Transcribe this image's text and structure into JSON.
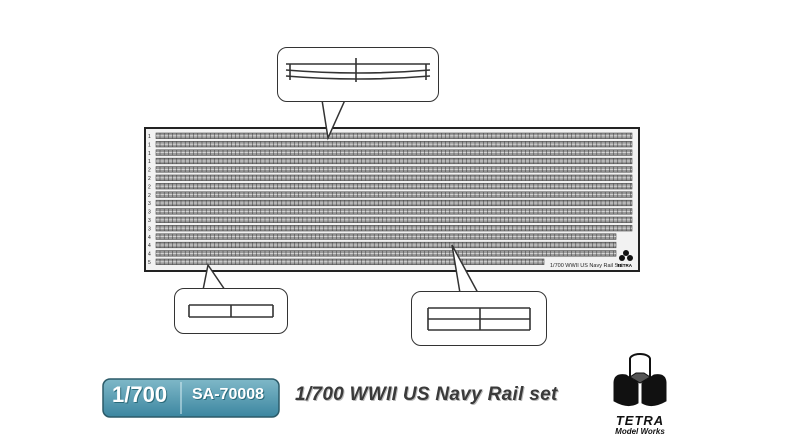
{
  "sheet": {
    "label": "1/700 WWII US Navy Rail Set",
    "row_numbers": [
      "1",
      "1",
      "1",
      "1",
      "2",
      "2",
      "2",
      "2",
      "3",
      "3",
      "3",
      "3",
      "4",
      "4",
      "4",
      "5"
    ]
  },
  "footer": {
    "scale": "1/700",
    "code": "SA-70008",
    "title": "1/700 WWII US Navy Rail set",
    "badge_color": "#4a93a8"
  },
  "brand": {
    "name": "TETRA",
    "sub": "Model Works",
    "mini": "TETRA"
  }
}
